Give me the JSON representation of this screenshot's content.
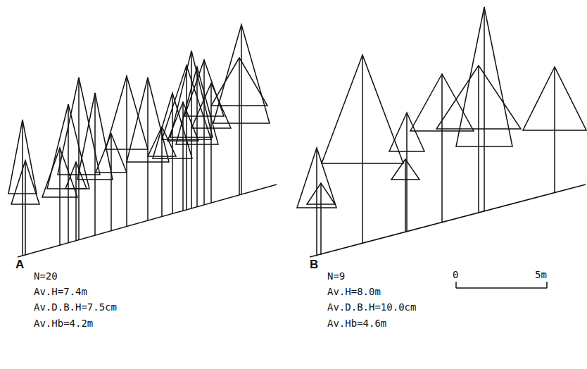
{
  "diagram": {
    "labels": [
      "A",
      "N=20",
      "Av.H=7.4m",
      "Av.D.B.H=7.5cm",
      "Av.Hb=4.2m",
      "B",
      "N=9",
      "Av.H=8.0m",
      "Av.D.B.H=10.0cm",
      "Av.Hb=4.6m",
      "0",
      "5m"
    ]
  }
}
